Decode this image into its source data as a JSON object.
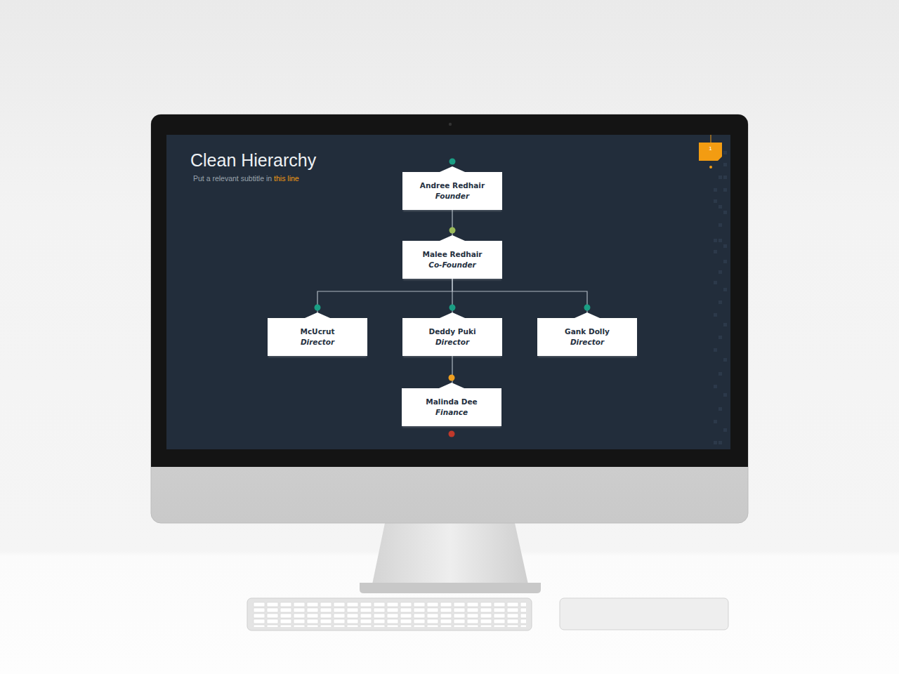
{
  "diagram": {
    "title": "Clean Hierarchy",
    "nodes": [
      {
        "text": [
          "Andree Redhair",
          "Founder"
        ]
      },
      {
        "text": [
          "Malee Redhair",
          "Co-Founder"
        ]
      },
      {
        "text": [
          "McUcrut",
          "Director"
        ]
      },
      {
        "text": [
          "Deddy Puki",
          "Director"
        ]
      },
      {
        "text": [
          "Gank Dolly",
          "Director"
        ]
      },
      {
        "text": [
          "Malinda Dee",
          "Finance"
        ]
      }
    ],
    "edges": [
      {
        "from": 0,
        "to": 1,
        "arrow": "none"
      },
      {
        "from": 1,
        "to": 2,
        "arrow": "none"
      },
      {
        "from": 1,
        "to": 3,
        "arrow": "none"
      },
      {
        "from": 1,
        "to": 4,
        "arrow": "none"
      },
      {
        "from": 3,
        "to": 5,
        "arrow": "none"
      }
    ],
    "labels": [
      "Put a relevant subtitle in",
      "this line",
      "1"
    ]
  }
}
